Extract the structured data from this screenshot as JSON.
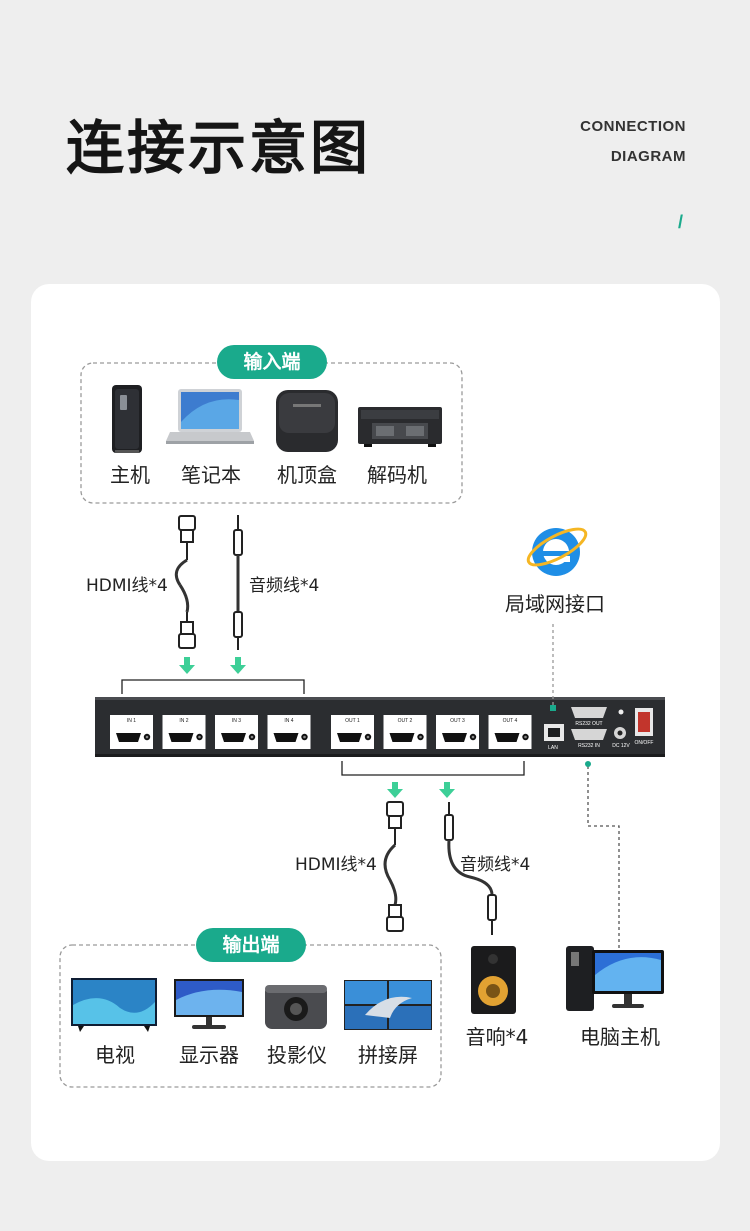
{
  "header": {
    "title_zh": "连接示意图",
    "title_en_line1": "CONNECTION",
    "title_en_line2": "DIAGRAM",
    "accent": "/"
  },
  "input_group": {
    "pill": "输入端",
    "devices": [
      "主机",
      "笔记本",
      "机顶盒",
      "解码机"
    ]
  },
  "output_group": {
    "pill": "输出端",
    "devices": [
      "电视",
      "显示器",
      "投影仪",
      "拼接屏"
    ]
  },
  "cables": {
    "in_hdmi": "HDMI线*4",
    "in_audio": "音频线*4",
    "out_hdmi": "HDMI线*4",
    "out_audio": "音频线*4"
  },
  "lan_label": "局域网接口",
  "speaker_label": "音响*4",
  "pc_label": "电脑主机",
  "panel": {
    "inputs": [
      "IN 1",
      "IN 2",
      "IN 3",
      "IN 4"
    ],
    "outputs": [
      "OUT 1",
      "OUT 2",
      "OUT 3",
      "OUT 4"
    ],
    "lan": "LAN",
    "rs232_out": "RS232 OUT",
    "rs232_in": "RS232 IN",
    "dc": "DC 12V",
    "power": "ON/OFF"
  },
  "colors": {
    "accent": "#1aaa8c",
    "arrow": "#3dcf97",
    "panel": "#2b2d30"
  }
}
